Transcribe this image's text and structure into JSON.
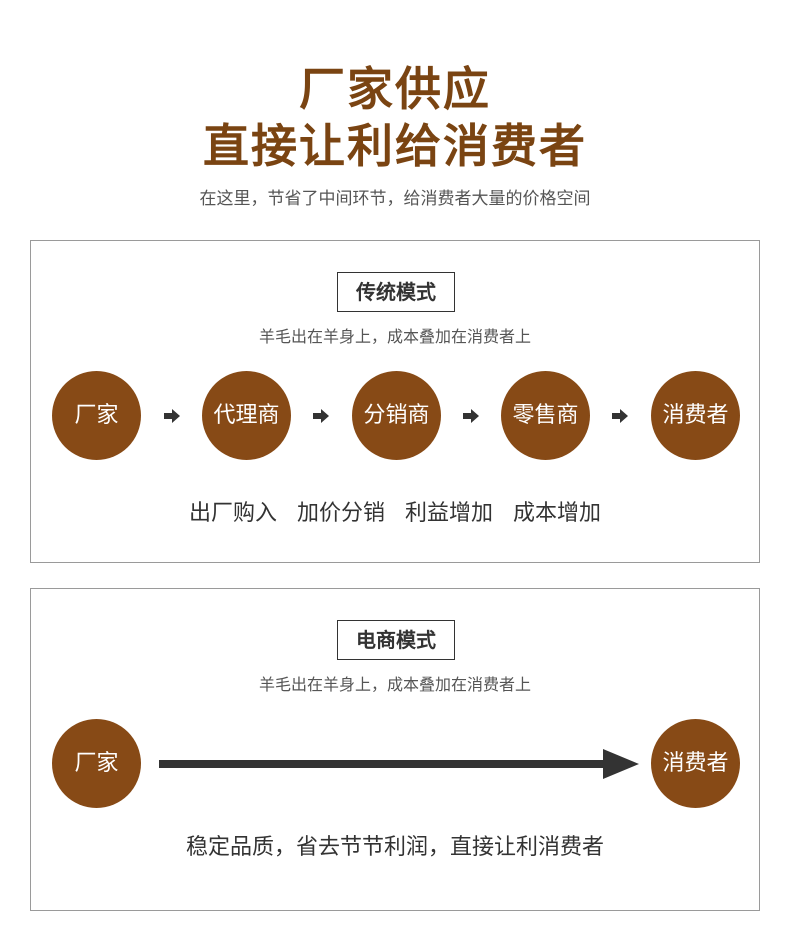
{
  "header": {
    "title_line1": "厂家供应",
    "title_line2": "直接让利给消费者",
    "subtitle": "在这里，节省了中间环节，给消费者大量的价格空间"
  },
  "traditional": {
    "label": "传统模式",
    "caption": "羊毛出在羊身上，成本叠加在消费者上",
    "nodes": [
      "厂家",
      "代理商",
      "分销商",
      "零售商",
      "消费者"
    ],
    "steps": [
      "出厂购入",
      "加价分销",
      "利益增加",
      "成本增加"
    ]
  },
  "ecommerce": {
    "label": "电商模式",
    "caption": "羊毛出在羊身上，成本叠加在消费者上",
    "nodes": [
      "厂家",
      "消费者"
    ],
    "footer": "稳定品质，省去节节利润，直接让利消费者"
  },
  "colors": {
    "title": "#7a4412",
    "node_fill": "#874a16",
    "arrow": "#333333"
  },
  "icons": {
    "step_arrow": "right-arrow-icon",
    "flow_arrow": "long-right-arrow-icon"
  }
}
